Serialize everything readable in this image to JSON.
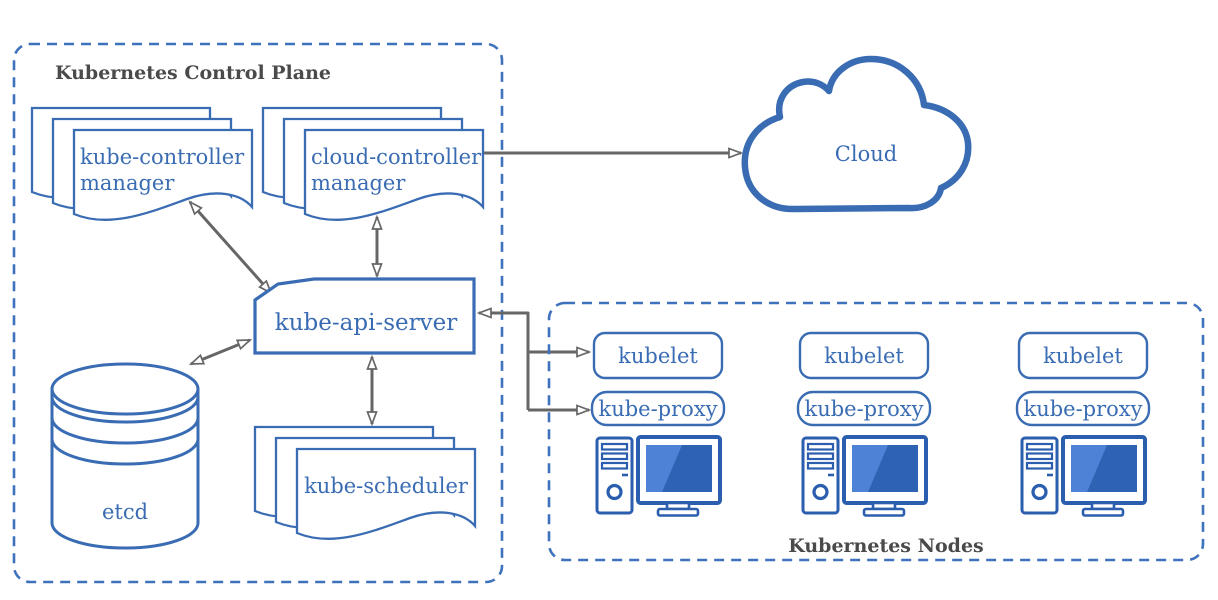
{
  "control_plane": {
    "label": "Kubernetes Control Plane",
    "kube_controller_manager": {
      "line1": "kube-controller",
      "line2": "manager"
    },
    "cloud_controller_manager": {
      "line1": "cloud-controller",
      "line2": "manager"
    },
    "kube_api_server": {
      "label": "kube-api-server"
    },
    "etcd": {
      "label": "etcd"
    },
    "kube_scheduler": {
      "label": "kube-scheduler"
    }
  },
  "cloud": {
    "label": "Cloud"
  },
  "nodes": {
    "label": "Kubernetes Nodes",
    "items": [
      {
        "kubelet": "kubelet",
        "kube_proxy": "kube-proxy"
      },
      {
        "kubelet": "kubelet",
        "kube_proxy": "kube-proxy"
      },
      {
        "kubelet": "kubelet",
        "kube_proxy": "kube-proxy"
      }
    ]
  },
  "colors": {
    "shape_blue": "#3a6cb3",
    "dashed_blue": "#3f72bd",
    "icon_blue": "#2b5eae",
    "screen_fill": "#2e63b3",
    "screen_highlight": "#4d82d6",
    "arrow_gray": "#666666",
    "label_gray": "#4a4a4a"
  }
}
